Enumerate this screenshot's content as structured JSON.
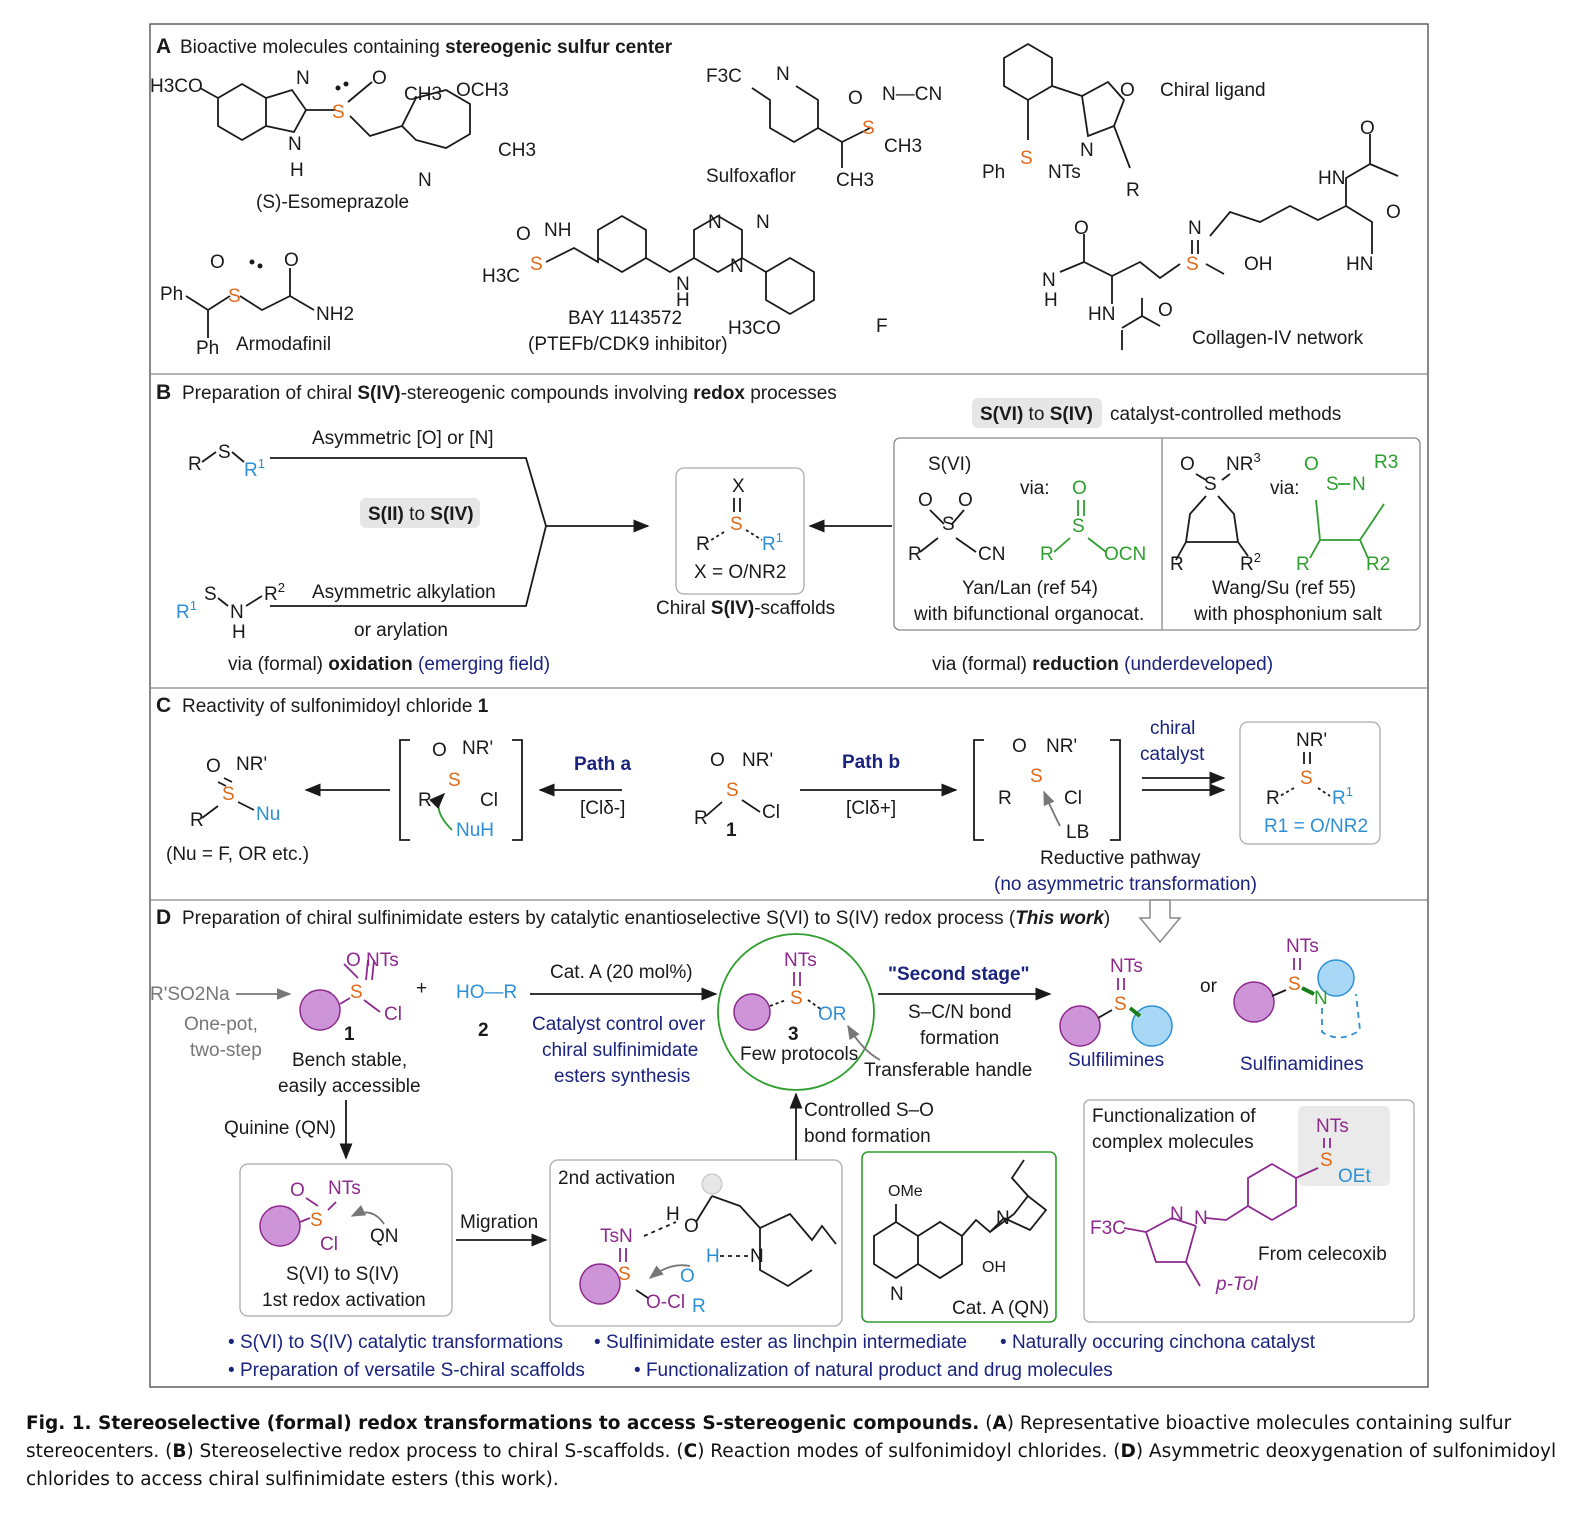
{
  "colors": {
    "sulfur": "#e06a1a",
    "blue": "#2d8fd5",
    "navy": "#1a237e",
    "green": "#2e9e2e",
    "purple": "#8e2a8e",
    "circle_fill": "#cd95d8",
    "gray": "#777777",
    "bond_green": "#1b7d1b"
  },
  "panelA": {
    "title_letter": "A",
    "title_pre": "Bioactive molecules containing ",
    "title_bold": "stereogenic sulfur center",
    "esomeprazole": "(S)-Esomeprazole",
    "sulfoxaflor": "Sulfoxaflor",
    "chiral_ligand": "Chiral ligand",
    "armodafinil": "Armodafinil",
    "bay": "BAY 1143572",
    "bay_sub": "(PTEFb/CDK9 inhibitor)",
    "collagen": "Collagen-IV network",
    "labels": {
      "h3co": "H3CO",
      "n": "N",
      "o": "O",
      "s": "S",
      "h": "H",
      "ch3": "CH3",
      "och3": "OCH3",
      "f3c": "F3C",
      "ncn": "N—CN",
      "ph": "Ph",
      "nts": "NTs",
      "r": "R",
      "nh": "NH",
      "nh2": "NH2",
      "hn": "HN",
      "h3c": "H3C",
      "f": "F",
      "oh": "OH",
      "h3co2": "H3CO"
    }
  },
  "panelB": {
    "title_letter": "B",
    "title_pre": "Preparation of chiral ",
    "title_b1": "S(IV)",
    "title_mid": "-stereogenic compounds involving ",
    "title_b2": "redox",
    "title_post": " processes",
    "asym_o": "Asymmetric [O] or [N]",
    "s2_s4_a": "S(II)",
    "s2_s4_to": " to ",
    "s2_s4_b": "S(IV)",
    "asym_alk": "Asymmetric alkylation",
    "or_aryl": "or arylation",
    "via_ox_pre": "via (formal) ",
    "via_ox_bold": "oxidation",
    "via_ox_note": " (emerging field)",
    "x_eq": "X = O/NR2",
    "chiral_pre": "Chiral ",
    "chiral_bold": "S(IV)",
    "chiral_post": "-scaffolds",
    "s6_s4_a": "S(VI)",
    "s6_s4_to": " to ",
    "s6_s4_b": "S(IV)",
    "cat_ctrl": "catalyst-controlled methods",
    "s6": "S(VI)",
    "via": "via:",
    "ocn": "OCN",
    "cn": "CN",
    "yan": "Yan/Lan (ref 54)",
    "yan_sub": "with bifunctional organocat.",
    "wang": "Wang/Su (ref 55)",
    "wang_sub": "with phosphonium salt",
    "nr3": "NR3",
    "r3": "R3",
    "r2": "R2",
    "via_red_pre": "via (formal) ",
    "via_red_bold": "reduction",
    "via_red_note": " (underdeveloped)"
  },
  "panelC": {
    "title_letter": "C",
    "title_pre": "Reactivity of sulfonimidoyl chloride ",
    "title_bold": "1",
    "path_a": "Path a",
    "path_b": "Path b",
    "cl_minus": "[Clδ-]",
    "cl_plus": "[Clδ+]",
    "nu_note": "(Nu = F, OR etc.)",
    "nuh": "NuH",
    "nu": "Nu",
    "lb": "LB",
    "cmpd1": "1",
    "nr_prime": "NR'",
    "cl": "Cl",
    "chiral_cat_1": "chiral",
    "chiral_cat_2": "catalyst",
    "r1_eq": "R1 = O/NR2",
    "reductive": "Reductive pathway",
    "no_asym": "(no asymmetric transformation)"
  },
  "panelD": {
    "title_letter": "D",
    "title_pre": "Preparation of chiral sulfinimidate esters by catalytic enantioselective S(VI) to S(IV) redox process (",
    "title_bi": "This work",
    "title_post": ")",
    "rso2na": "R'SO2Na",
    "one_pot": "One-pot,",
    "two_step": "two-step",
    "plus": "+",
    "hor": "HO—R",
    "n1": "1",
    "n2": "2",
    "n3": "3",
    "bench": "Bench stable,",
    "easily": "easily accessible",
    "cat_a": "Cat. A (20 mol%)",
    "ctrl1": "Catalyst control over",
    "ctrl2": "chiral sulfinimidate",
    "ctrl3": "esters synthesis",
    "few": "Few protocols",
    "transfer": "Transferable handle",
    "or_label": "OR",
    "second": "\"Second stage\"",
    "sc_bond": "S–C/N bond",
    "formation": "formation",
    "or_word": "or",
    "sulfilimines": "Sulfilimines",
    "sulfinamidines": "Sulfinamidines",
    "quinine": "Quinine (QN)",
    "qn": "QN",
    "s6s4": "S(VI) to S(IV)",
    "first_redox": "1st redox activation",
    "migration": "Migration",
    "second_act": "2nd activation",
    "controlled": "Controlled S–O",
    "bond_form": "bond formation",
    "tsn": "TsN",
    "ocl": "O-Cl",
    "h": "H",
    "n": "N",
    "o": "O",
    "r": "R",
    "ome": "OMe",
    "oh": "OH",
    "cat_a_qn": "Cat. A (QN)",
    "func1": "Functionalization of",
    "func2": "complex molecules",
    "oet": "OEt",
    "f3c": "F3C",
    "ptol": "p-Tol",
    "celecoxib": "From celecoxib",
    "b1": "S(VI) to S(IV) catalytic transformations",
    "b2": "Sulfinimidate ester as linchpin intermediate",
    "b3": "Naturally occuring cinchona catalyst",
    "b4": "Preparation of versatile S-chiral scaffolds",
    "b5": "Functionalization of natural product and drug molecules"
  },
  "caption": {
    "fig_bold": "Fig. 1. Stereoselective (formal) redox transformations to access S-stereogenic compounds.",
    "a": "A",
    "a_text": " Representative bioactive molecules containing sulfur stereocenters.",
    "b": "B",
    "b_text": " Stereoselective redox process to chiral S-scaffolds.",
    "c": "C",
    "c_text": " Reaction modes of sulfonimidoyl chlorides.",
    "d": "D",
    "d_text": " Asymmetric deoxygenation of sulfonimidoyl chlorides to access chiral sulfinimidate esters (this work)."
  }
}
